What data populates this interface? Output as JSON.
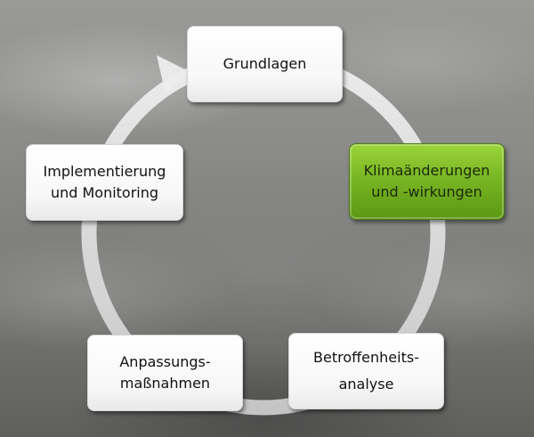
{
  "diagram": {
    "nodes": [
      {
        "id": "top",
        "lines": [
          "Grundlagen"
        ]
      },
      {
        "id": "right",
        "lines": [
          "Klimaänderungen",
          "und -wirkungen"
        ],
        "color": "#7dba27"
      },
      {
        "id": "bottom-right",
        "lines": [
          "Betroffenheits-",
          "analyse"
        ]
      },
      {
        "id": "bottom-left",
        "lines": [
          "Anpassungs-",
          "maßnahmen"
        ]
      },
      {
        "id": "left",
        "lines": [
          "Implementierung",
          "und Monitoring"
        ]
      }
    ],
    "cycle_direction": "clockwise",
    "colors": {
      "box_fill": "#ffffff",
      "highlight_fill": "#7dba27",
      "ring": "#e8e8e8"
    }
  }
}
